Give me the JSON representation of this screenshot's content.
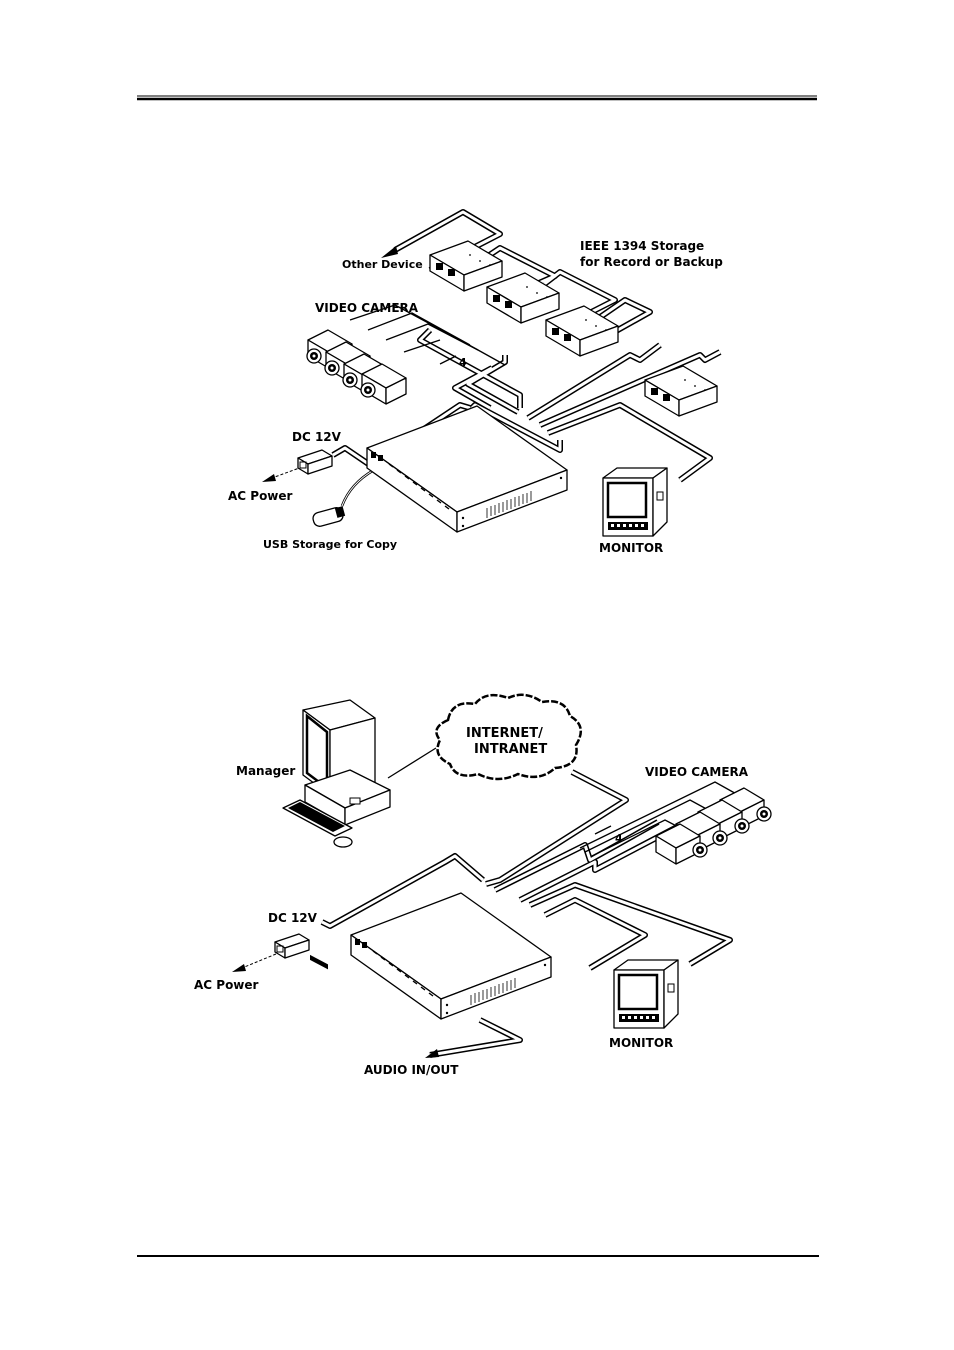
{
  "diagram1": {
    "labels": {
      "other_device": "Other Device",
      "ieee_line1": "IEEE 1394 Storage",
      "ieee_line2": "for Record or Backup",
      "video_camera": "VIDEO CAMERA",
      "camera_count": "4",
      "dc": "DC 12V",
      "ac_power": "AC Power",
      "usb": "USB Storage for Copy",
      "monitor": "MONITOR"
    }
  },
  "diagram2": {
    "labels": {
      "manager": "Manager",
      "internet_line1": "INTERNET/",
      "internet_line2": "INTRANET",
      "video_camera": "VIDEO CAMERA",
      "camera_count": "4",
      "dc": "DC 12V",
      "ac_power": "AC Power",
      "monitor": "MONITOR",
      "audio": "AUDIO IN/OUT"
    }
  }
}
